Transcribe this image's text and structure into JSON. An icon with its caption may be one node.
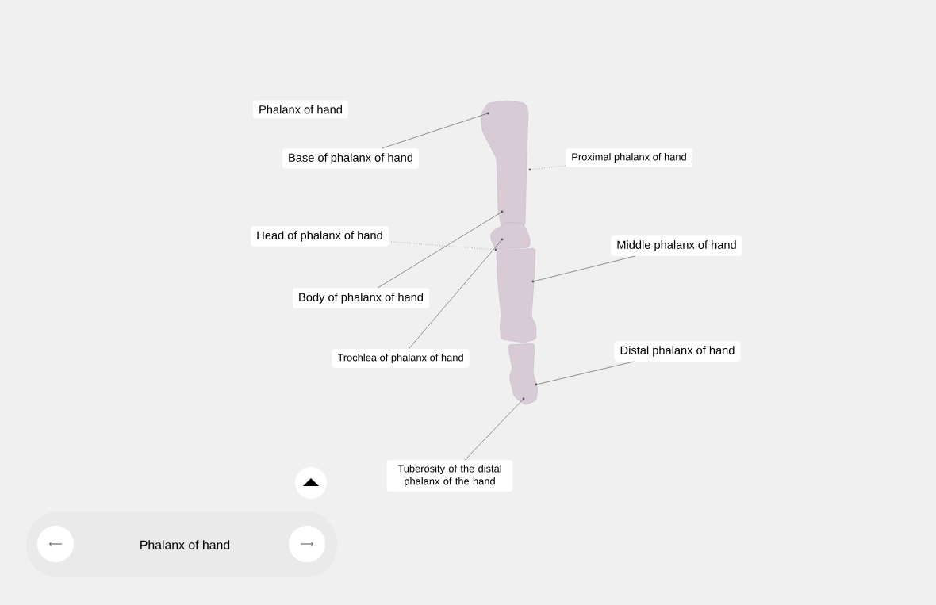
{
  "diagram": {
    "nodes": [
      {
        "text": [
          "Phalanx of hand"
        ]
      },
      {
        "text": [
          "Base of phalanx of hand"
        ]
      },
      {
        "text": [
          "Proximal phalanx of hand"
        ]
      },
      {
        "text": [
          "Head of phalanx of hand"
        ]
      },
      {
        "text": [
          "Body of phalanx of hand"
        ]
      },
      {
        "text": [
          "Middle phalanx of hand"
        ]
      },
      {
        "text": [
          "Trochlea of phalanx of hand"
        ]
      },
      {
        "text": [
          "Distal phalanx of hand"
        ]
      },
      {
        "text": [
          "Tuberosity of the distal phalanx of the hand"
        ]
      },
      {
        "text": [],
        "shape": "circle"
      },
      {
        "text": [],
        "shape": "circle"
      },
      {
        "text": [],
        "shape": "circle"
      },
      {
        "text": [],
        "shape": "circle"
      },
      {
        "text": [],
        "shape": "circle"
      },
      {
        "text": [],
        "shape": "circle"
      },
      {
        "text": [],
        "shape": "circle"
      },
      {
        "text": [],
        "shape": "circle"
      }
    ],
    "edges": [
      {
        "from": 1,
        "to": 9,
        "arrow": "none"
      },
      {
        "from": 2,
        "to": 10,
        "arrow": "none",
        "style": "dashed"
      },
      {
        "from": 3,
        "to": 12,
        "arrow": "none",
        "style": "dashed"
      },
      {
        "from": 4,
        "to": 11,
        "arrow": "none"
      },
      {
        "from": 5,
        "to": 14,
        "arrow": "none"
      },
      {
        "from": 6,
        "to": 13,
        "arrow": "none"
      },
      {
        "from": 7,
        "to": 15,
        "arrow": "none"
      },
      {
        "from": 8,
        "to": 16,
        "arrow": "none"
      }
    ],
    "labels": [
      "Phalanx of hand"
    ]
  }
}
